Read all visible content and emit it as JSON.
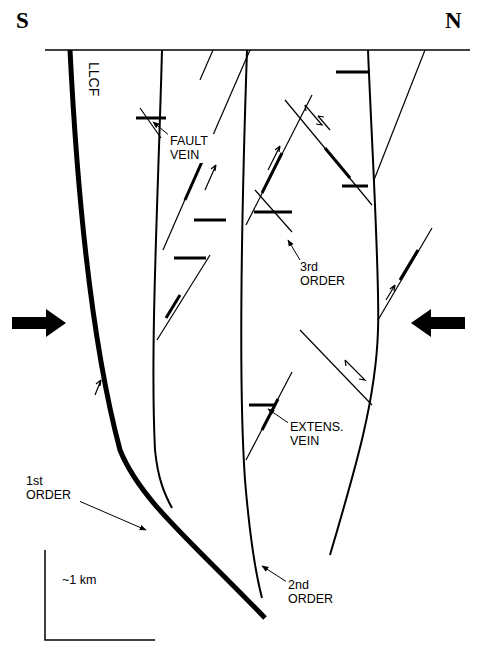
{
  "diagram": {
    "labels": [
      "S",
      "N",
      "LLCF",
      "FAULT VEIN",
      "3rd ORDER",
      "1st ORDER",
      "EXTENS. VEIN",
      "2nd ORDER",
      "~1 km"
    ]
  }
}
